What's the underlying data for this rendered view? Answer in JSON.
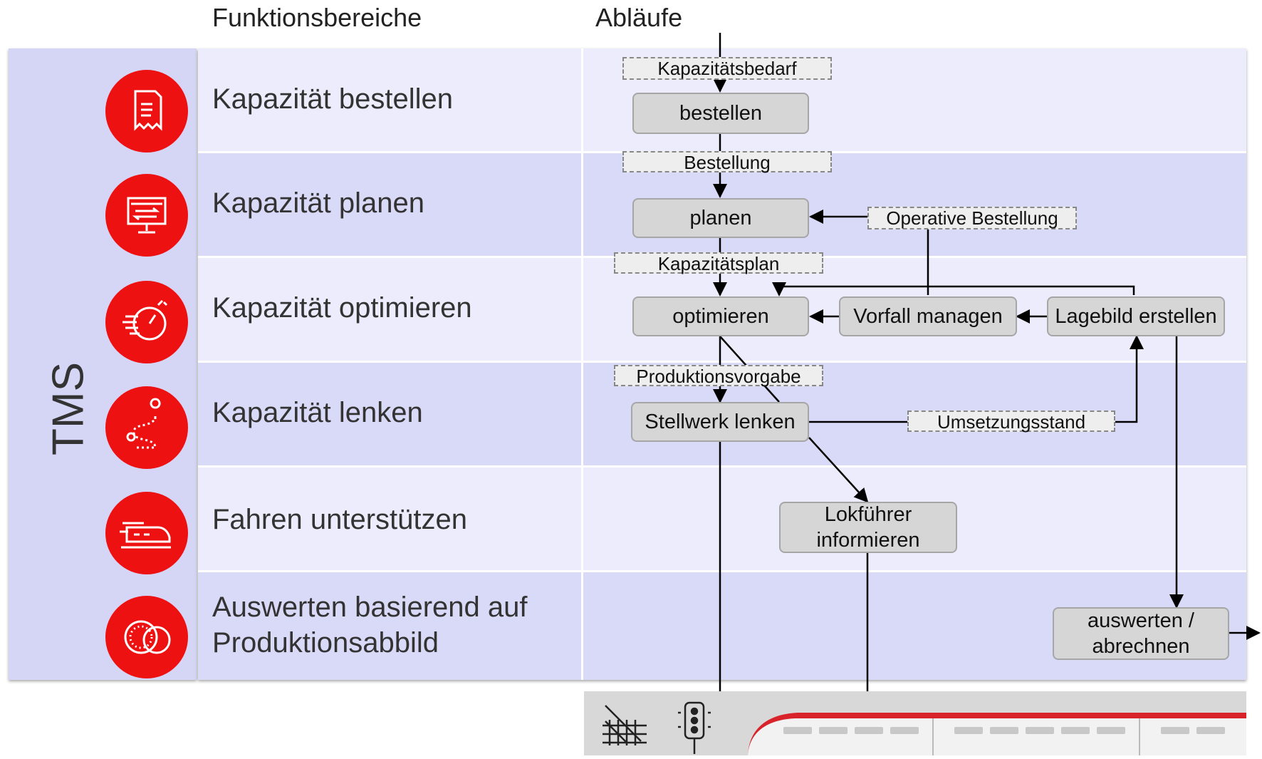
{
  "headers": {
    "functions": "Funktionsbereiche",
    "processes": "Abläufe"
  },
  "side_label": "TMS",
  "functions": [
    {
      "label": "Kapazität bestellen",
      "icon": "document-icon"
    },
    {
      "label": "Kapazität planen",
      "icon": "monitor-plan-icon"
    },
    {
      "label": "Kapazität optimieren",
      "icon": "stopwatch-icon"
    },
    {
      "label": "Kapazität lenken",
      "icon": "route-pins-icon"
    },
    {
      "label": "Fahren unterstützen",
      "icon": "train-icon"
    },
    {
      "label_line1": "Auswerten basierend auf",
      "label_line2": "Produktionsabbild",
      "icon": "coins-icon"
    }
  ],
  "processes": {
    "bestellen": "bestellen",
    "planen": "planen",
    "optimieren": "optimieren",
    "vorfall": "Vorfall  managen",
    "lagebild": "Lagebild erstellen",
    "stellwerk": "Stellwerk lenken",
    "lokfuehrer_line1": "Lokführer",
    "lokfuehrer_line2": "informieren",
    "auswerten_line1": "auswerten /",
    "auswerten_line2": "abrechnen"
  },
  "flow_labels": {
    "kapazitaetsbedarf": "Kapazitätsbedarf",
    "bestellung": "Bestellung",
    "operative_bestellung": "Operative  Bestellung",
    "kapazitaetsplan": "Kapazitätsplan",
    "produktionsvorgabe": "Produktionsvorgabe",
    "umsetzungsstand": "Umsetzungsstand"
  },
  "colors": {
    "icon_red": "#ee1111",
    "row_light": "#ececfc",
    "row_dark": "#d9d9f8",
    "panel": "#d5d5f5"
  },
  "bottom_icons": [
    "track-switch-icon",
    "signal-icon",
    "train-photo"
  ]
}
